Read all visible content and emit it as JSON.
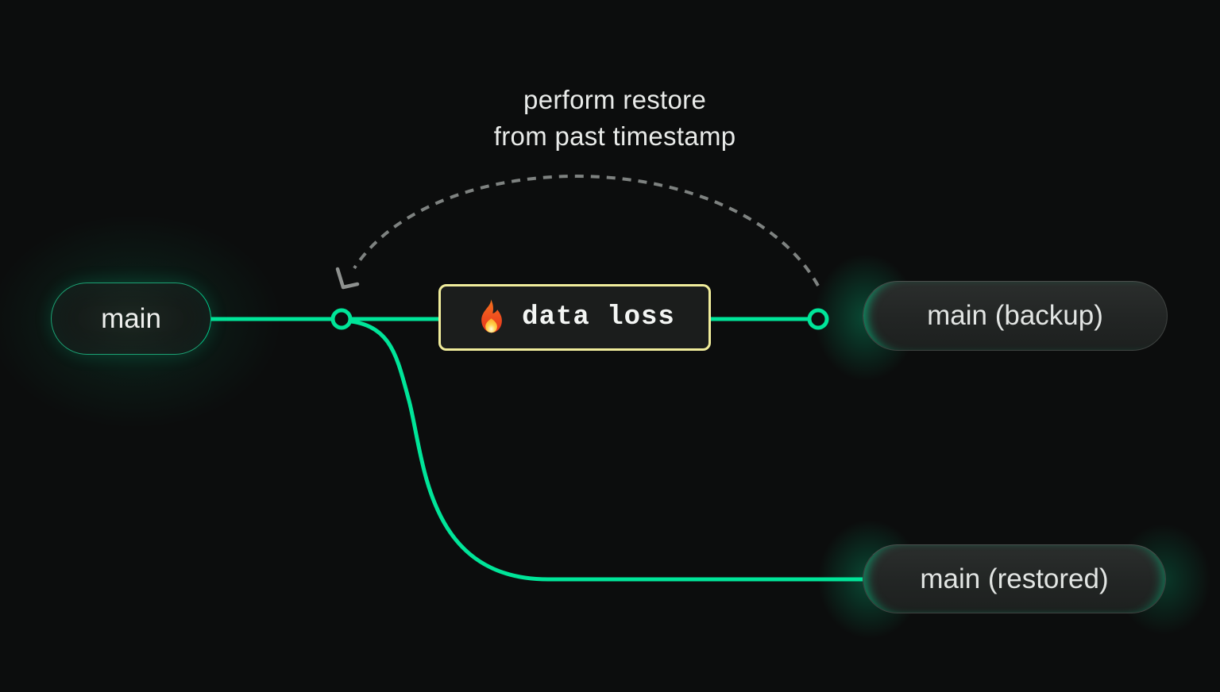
{
  "annotation": {
    "line1": "perform restore",
    "line2": "from past timestamp"
  },
  "branches": {
    "main": {
      "label": "main"
    },
    "backup": {
      "label": "main (backup)"
    },
    "restored": {
      "label": "main (restored)"
    }
  },
  "event": {
    "label": "data loss",
    "icon": "fire-icon"
  },
  "colors": {
    "bg": "#0c0d0d",
    "accent_green": "#00e599",
    "warning_yellow": "#f0ec9b",
    "arc_gray": "#7e8280",
    "pill_border": "#3f4341",
    "text_light": "#e9ebe9"
  }
}
